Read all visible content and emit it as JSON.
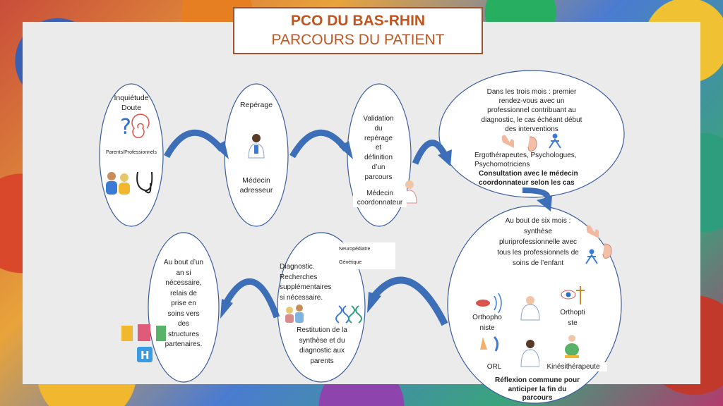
{
  "title": {
    "line1": "PCO DU BAS-RHIN",
    "line2": "PARCOURS DU PATIENT"
  },
  "nodes": {
    "worry": {
      "lines": [
        "Inquiétude",
        "Doute"
      ],
      "sub": "Parents/Professionnels"
    },
    "screening": {
      "title": "Repérage",
      "lines": [
        "Médecin",
        "adresseur"
      ]
    },
    "validation": {
      "lines": [
        "Validation",
        "du",
        "repérage",
        "et",
        "définition",
        "d’un",
        "parcours"
      ],
      "coordinator": [
        "Médecin",
        "coordonnateur"
      ]
    },
    "three_months": {
      "lines": [
        "Dans les trois mois : premier",
        "rendez-vous avec un",
        "professionnel contribuant au",
        "diagnostic, le cas échéant début",
        "des interventions"
      ],
      "professions": [
        "Ergothérapeutes, Psychologues,",
        "Psychomotriciens"
      ],
      "consultation": [
        "Consultation avec le médecin",
        "coordonnateur selon les cas"
      ]
    },
    "six_months": {
      "lines": [
        "Au bout de six mois :",
        "synthèse",
        "pluriprofessionnelle avec",
        "tous les professionnels de",
        "soins de l’enfant"
      ],
      "orthophoniste": [
        "Orthopho",
        "niste"
      ],
      "orthoptiste": [
        "Orthopti",
        "ste"
      ],
      "orl": "ORL",
      "kine": "Kinésithérapeute",
      "reflexion": [
        "Réflexion commune pour",
        "anticiper la fin du",
        "parcours"
      ]
    },
    "diagnostic": {
      "specialists": [
        "Neuropédiatre",
        "Génétique"
      ],
      "lines": [
        "Diagnostic.",
        "Recherches",
        "supplémentaires",
        "si nécessaire."
      ],
      "restitution": [
        "Restitution de la",
        "synthèse et du",
        "diagnostic aux",
        "parents"
      ]
    },
    "one_year": {
      "lines": [
        "Au bout d’un",
        "an si",
        "nécessaire,",
        "relais de",
        "prise en",
        "soins vers",
        "des",
        "structures",
        "partenaires."
      ]
    }
  },
  "colors": {
    "title": "#c0561f",
    "ellipse_stroke": "#3a5d9e",
    "arrow": "#3d6fb8",
    "panel": "#ebebeb"
  },
  "icons": [
    "question-mark-icon",
    "spiral-icon",
    "family-icon",
    "stethoscope-icon",
    "doctor-icon",
    "nurse-icon",
    "hand-icon",
    "ear-icon",
    "person-icon",
    "mouth-icon",
    "eye-icon",
    "nose-icon",
    "child-icon",
    "parents-child-icon",
    "dna-icon",
    "buildings-icon",
    "hospital-icon"
  ]
}
